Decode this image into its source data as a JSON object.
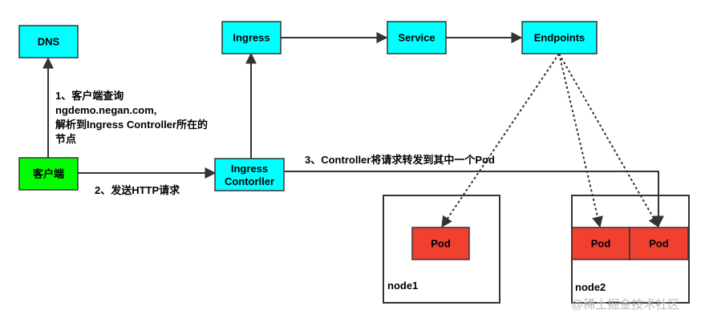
{
  "colors": {
    "cyan": "#00ffff",
    "green": "#00ff00",
    "red": "#f04030",
    "line": "#333333",
    "box_border": "#333333",
    "watermark": "#b8b8b8"
  },
  "nodes": {
    "dns": "DNS",
    "ingress": "Ingress",
    "service": "Service",
    "endpoints": "Endpoints",
    "client": "客户端",
    "ingress_controller_line1": "Ingress",
    "ingress_controller_line2": "Contorller",
    "pod_node1": "Pod",
    "pod_node2_a": "Pod",
    "pod_node2_b": "Pod"
  },
  "containers": {
    "node1": "node1",
    "node2": "node2"
  },
  "labels": {
    "step1_line1": "1、客户端查询",
    "step1_line2": "ngdemo.negan.com,",
    "step1_line3": "解析到Ingress Controller所在的",
    "step1_line4": "节点",
    "step2": "2、发送HTTP请求",
    "step3": "3、Controller将请求转发到其中一个Pod"
  },
  "watermark": {
    "text": "@稀土掘金技术社区"
  }
}
